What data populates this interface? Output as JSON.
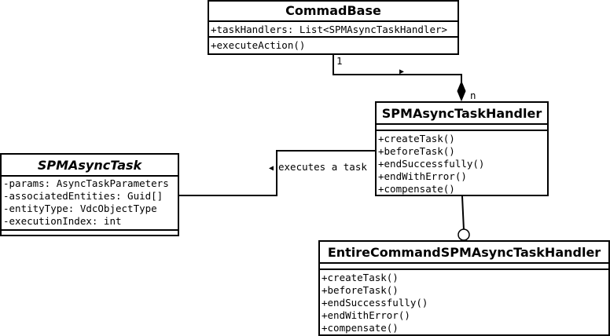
{
  "classes": {
    "commandbase": {
      "name": "CommadBase",
      "attributes": [
        "+taskHandlers: List<SPMAsyncTaskHandler>"
      ],
      "operations": [
        "+executeAction()"
      ]
    },
    "handler": {
      "name": "SPMAsyncTaskHandler",
      "attributes": [],
      "operations": [
        "+createTask()",
        "+beforeTask()",
        "+endSuccessfully()",
        "+endWithError()",
        "+compensate()"
      ]
    },
    "task": {
      "name": "SPMAsyncTask",
      "attributes": [
        "-params: AsyncTaskParameters",
        "-associatedEntities: Guid[]",
        "-entityType: VdcObjectType",
        "-executionIndex: int"
      ],
      "operations": []
    },
    "entire": {
      "name": "EntireCommandSPMAsyncTaskHandler",
      "attributes": [],
      "operations": [
        "+createTask()",
        "+beforeTask()",
        "+endSuccessfully()",
        "+endWithError()",
        "+compensate()"
      ]
    }
  },
  "relations": {
    "composition": {
      "source_mult": "1",
      "target_mult": "n",
      "direction_arrow": "▶"
    },
    "executes": {
      "label": "executes a task",
      "direction_arrow": "◀"
    },
    "interface_lollipop": {
      "from": "SPMAsyncTaskHandler",
      "to": "EntireCommandSPMAsyncTaskHandler"
    }
  }
}
